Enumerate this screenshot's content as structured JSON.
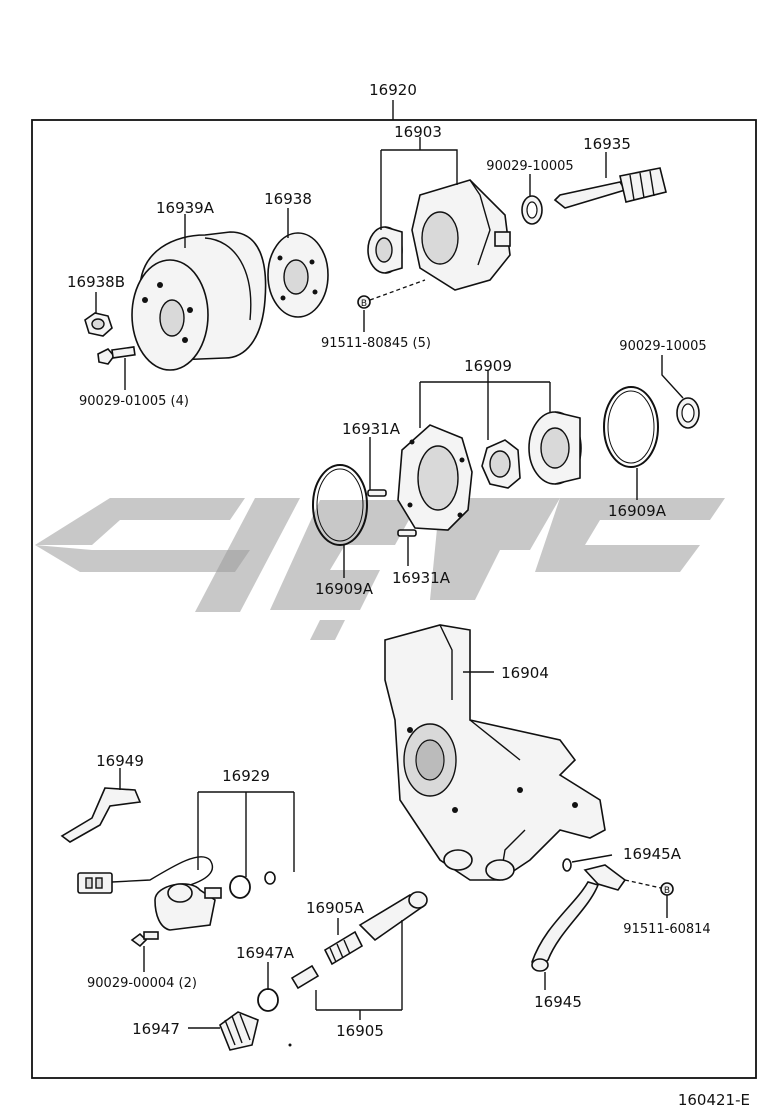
{
  "assembly_label": "16920",
  "figure_code": "160421-E",
  "watermark": {
    "color": "#9a9a9a"
  },
  "parts": {
    "p16903": "16903",
    "p16935": "16935",
    "p90029_10005_top": "90029-10005",
    "p16939A": "16939A",
    "p16938": "16938",
    "p16938B": "16938B",
    "p91511_80845": "91511-80845 (5)",
    "p90029_01005": "90029-01005 (4)",
    "p90029_10005_mid": "90029-10005",
    "p16909": "16909",
    "p16931A_top": "16931A",
    "p16909A_right": "16909A",
    "p16909A_left": "16909A",
    "p16931A_bottom": "16931A",
    "p16904": "16904",
    "p16949": "16949",
    "p16929": "16929",
    "p16945A": "16945A",
    "p16905A": "16905A",
    "p91511_60814": "91511-60814",
    "p16947A": "16947A",
    "p90029_00004": "90029-00004 (2)",
    "p16945": "16945",
    "p16947": "16947",
    "p16905": "16905"
  }
}
